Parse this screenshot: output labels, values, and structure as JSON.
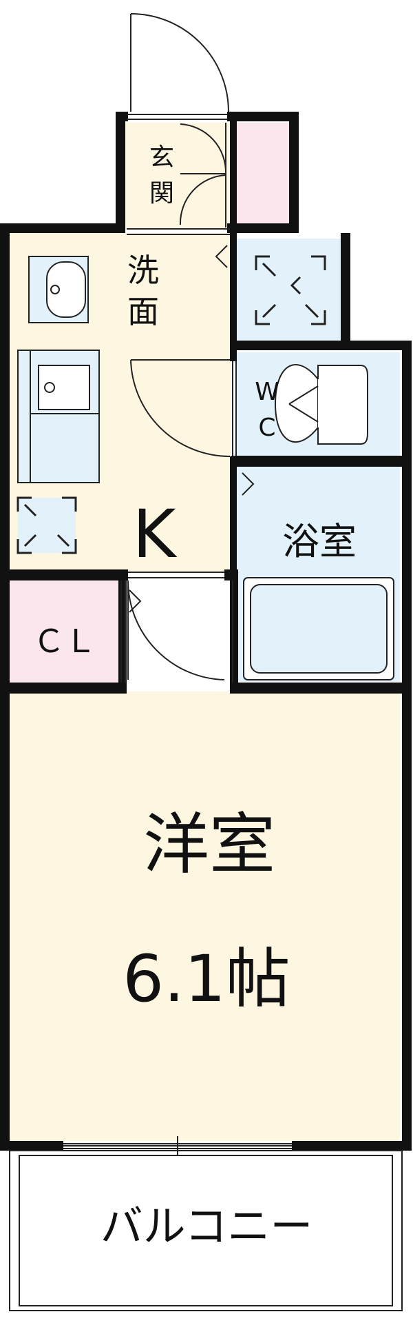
{
  "floor_plan": {
    "rooms": {
      "entrance": {
        "label_line1": "玄",
        "label_line2": "関"
      },
      "washroom": {
        "label_line1": "洗",
        "label_line2": "面"
      },
      "kitchen": {
        "label": "K"
      },
      "toilet": {
        "label_line1": "W",
        "label_line2": "C"
      },
      "bath": {
        "label": "浴室"
      },
      "closet": {
        "label": "ＣＬ"
      },
      "western_room": {
        "label": "洋室",
        "size": "6.1帖"
      },
      "balcony": {
        "label": "バルコニー"
      }
    },
    "colors": {
      "wall": "#111111",
      "living_fill": "#fdf6e1",
      "wet_fill": "#e3f2fa",
      "closet_fill": "#fbe6ee",
      "line": "#222222"
    }
  }
}
